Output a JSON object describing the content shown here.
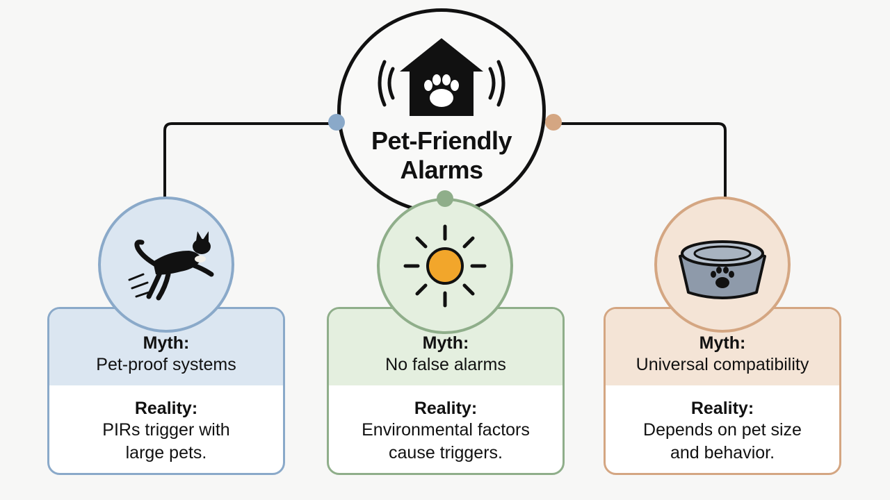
{
  "hub": {
    "title_line1": "Pet-Friendly",
    "title_line2": "Alarms",
    "icon": "house-paw-alarm-icon"
  },
  "colors": {
    "blue": "#8aa9c9",
    "blue_fill": "#dbe6f1",
    "green": "#8fae8a",
    "green_fill": "#e4efdf",
    "orange": "#d4a682",
    "orange_fill": "#f4e4d6",
    "line": "#111111",
    "sun": "#f2a62b"
  },
  "branches": [
    {
      "icon": "jumping-cat-icon",
      "myth_label": "Myth:",
      "myth_text": "Pet-proof systems",
      "reality_label": "Reality:",
      "reality_text": "PIRs trigger with large pets."
    },
    {
      "icon": "sun-icon",
      "myth_label": "Myth:",
      "myth_text": "No false alarms",
      "reality_label": "Reality:",
      "reality_text": "Environmental factors cause triggers."
    },
    {
      "icon": "pet-bowl-icon",
      "myth_label": "Myth:",
      "myth_text": "Universal compatibility",
      "reality_label": "Reality:",
      "reality_text": "Depends on pet size and behavior."
    }
  ]
}
